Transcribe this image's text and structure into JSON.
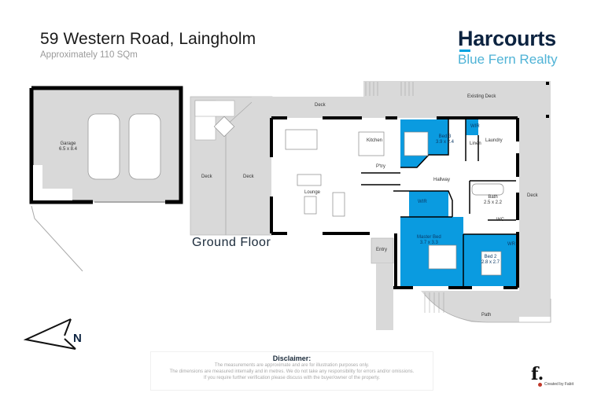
{
  "header": {
    "address": "59 Western Road, Laingholm",
    "area": "Approximately 110 SQm"
  },
  "brand": {
    "name": "Harcourts",
    "office": "Blue Fern Realty",
    "colors": {
      "navy": "#0c2340",
      "blue": "#00a3e0",
      "light_blue": "#4fb3d6"
    }
  },
  "floor": {
    "label": "Ground Floor",
    "highlight_color": "#0a9be0",
    "rooms": {
      "garage": {
        "name": "Garage",
        "size": "6.5 x 8.4"
      },
      "deck_top": {
        "name": "Deck"
      },
      "deck_left": {
        "name": "Deck"
      },
      "deck_mid": {
        "name": "Deck"
      },
      "existing_deck": {
        "name": "Existing Deck"
      },
      "deck_right": {
        "name": "Deck"
      },
      "kitchen": {
        "name": "Kitchen"
      },
      "pantry": {
        "name": "P'try"
      },
      "lounge": {
        "name": "Lounge"
      },
      "bed3": {
        "name": "Bed 3",
        "size": "3.9 x 2.4"
      },
      "wir_bed3": {
        "name": "WIR"
      },
      "linen": {
        "name": "Linen"
      },
      "laundry": {
        "name": "Laundry"
      },
      "hallway": {
        "name": "Hallway"
      },
      "bath": {
        "name": "Bath",
        "size": "2.5 x 2.2"
      },
      "wc": {
        "name": "WC"
      },
      "wir_master": {
        "name": "WIR"
      },
      "master": {
        "name": "Master Bed",
        "size": "3.7 x 3.3"
      },
      "bed2": {
        "name": "Bed 2",
        "size": "2.8 x 2.7"
      },
      "wr_bed2": {
        "name": "WR"
      },
      "entry": {
        "name": "Entry"
      },
      "path": {
        "name": "Path"
      }
    }
  },
  "compass": {
    "label": "N"
  },
  "disclaimer": {
    "title": "Disclaimer:",
    "lines": [
      "The measurements are approximate and are for illustration purposes only.",
      "The dimensions are measured internally and in metres. We do not take any responsibility for errors and/or omissions.",
      "If you require further verification please discuss with the buyer/owner of the property."
    ]
  },
  "credit": {
    "logo": "f.",
    "text": "Created by Fabit"
  }
}
